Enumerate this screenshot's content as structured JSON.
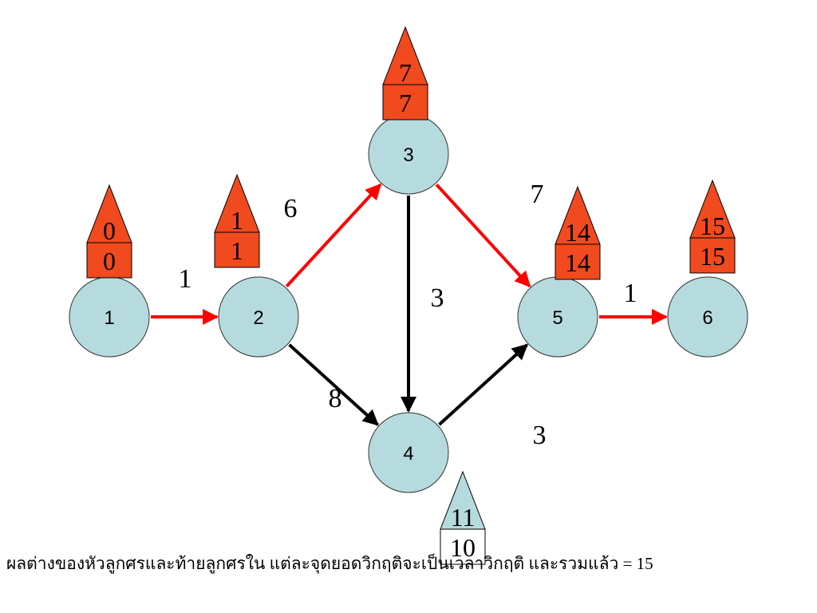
{
  "colors": {
    "node_fill": "#b6dbde",
    "critical_tag": "#f04a1e",
    "noncritical_tag": "#b6dbde",
    "critical_edge": "#ff0000",
    "normal_edge": "#000000"
  },
  "nodes": [
    {
      "id": "1",
      "label": "1"
    },
    {
      "id": "2",
      "label": "2"
    },
    {
      "id": "3",
      "label": "3"
    },
    {
      "id": "4",
      "label": "4"
    },
    {
      "id": "5",
      "label": "5"
    },
    {
      "id": "6",
      "label": "6"
    }
  ],
  "edges": [
    {
      "from": "1",
      "to": "2",
      "weight": "1",
      "critical": true
    },
    {
      "from": "2",
      "to": "3",
      "weight": "6",
      "critical": true
    },
    {
      "from": "2",
      "to": "4",
      "weight": "8",
      "critical": false
    },
    {
      "from": "3",
      "to": "4",
      "weight": "3",
      "critical": false
    },
    {
      "from": "3",
      "to": "5",
      "weight": "7",
      "critical": true
    },
    {
      "from": "4",
      "to": "5",
      "weight": "3",
      "critical": false
    },
    {
      "from": "5",
      "to": "6",
      "weight": "1",
      "critical": true
    }
  ],
  "tags": [
    {
      "node": "1",
      "top": "0",
      "bottom": "0",
      "critical": true
    },
    {
      "node": "2",
      "top": "1",
      "bottom": "1",
      "critical": true
    },
    {
      "node": "3",
      "top": "7",
      "bottom": "7",
      "critical": true
    },
    {
      "node": "4",
      "top": "11",
      "bottom": "10",
      "critical": false
    },
    {
      "node": "5",
      "top": "14",
      "bottom": "14",
      "critical": true
    },
    {
      "node": "6",
      "top": "15",
      "bottom": "15",
      "critical": true
    }
  ],
  "caption": "ผลต่างของหัวลูกศรและท้ายลูกศรใน แต่ละจุดยอดวิกฤติจะเป็นเวลาวิกฤติ และรวมแล้ว = 15"
}
